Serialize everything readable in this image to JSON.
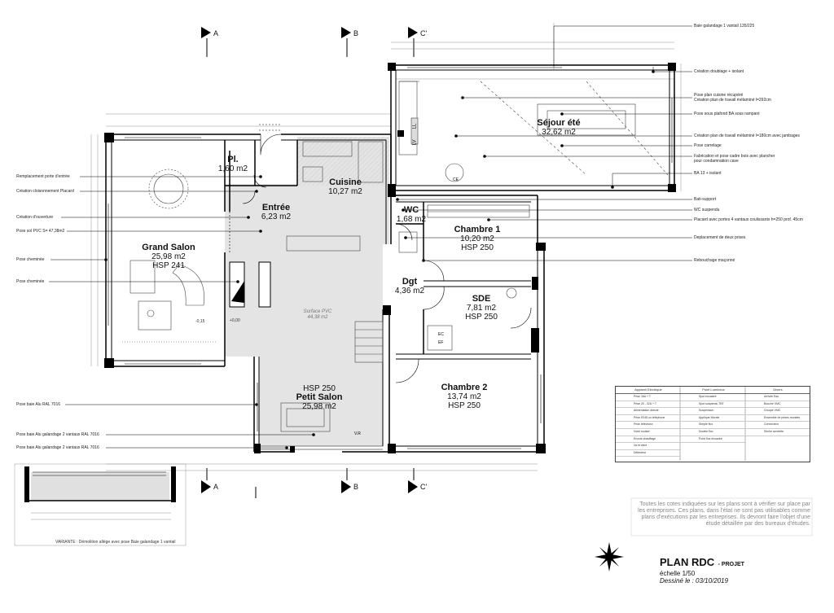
{
  "sections": {
    "top": [
      "A",
      "B",
      "C'"
    ],
    "bottom": [
      "A",
      "B",
      "C'"
    ]
  },
  "rooms": {
    "sejour": {
      "name": "Séjour été",
      "area": "32,62 m2"
    },
    "pl": {
      "name": "Pl.",
      "area": "1,60 m2"
    },
    "cuisine": {
      "name": "Cuisine",
      "area": "10,27 m2"
    },
    "entree": {
      "name": "Entrée",
      "area": "6,23 m2"
    },
    "wc": {
      "name": "WC",
      "area": "1,68 m2"
    },
    "grand_salon": {
      "name": "Grand Salon",
      "area": "25,98 m2",
      "hsp": "HSP 241"
    },
    "chambre1": {
      "name": "Chambre 1",
      "area": "10,20 m2",
      "hsp": "HSP 250"
    },
    "dgt": {
      "name": "Dgt",
      "area": "4,36 m2"
    },
    "sde": {
      "name": "SDE",
      "area": "7,81 m2",
      "hsp": "HSP 250"
    },
    "petit_salon": {
      "hsp": "HSP 250",
      "name": "Petit Salon",
      "area": "25,98 m2"
    },
    "chambre2": {
      "name": "Chambre 2",
      "area": "13,74 m2",
      "hsp": "HSP 250"
    }
  },
  "surface_pvc": {
    "label": "Surface PVC",
    "value": "44,38 m2"
  },
  "left_notes": [
    "Remplacement porte d'entrée",
    "Création cloisonnement Placard",
    "Création d'ouverture",
    "Pose sol PVC S= 47,38m2",
    "Pose cheminée",
    "Pose cheminée",
    "Pose baie Alu RAL 7016",
    "Pose baie Alu  galandage 2 vantaux RAL 7016",
    "Pose baie Alu  galandage 2 vantaux RAL 7016"
  ],
  "right_notes": [
    "Baie galandage 1 vantail 135/225",
    "Création doublage + isolant",
    "Pose plan cuisine récupéré",
    "Création plan de travail mélaminé l=292cm",
    "Pose sous plafond BA sous rampant",
    "Création plan de travail mélaminé l=180cm avec jambages",
    "Pose carrelage",
    "Fabrication et pose cadre bois avec plancher",
    "pour condamnation cave",
    "BA 13 + isolant",
    "Bati-support",
    "WC suspendu",
    "Placard avec portes 4 vantaux coulissants h=250 prof. 45cm",
    "Deplacement de deux prises",
    "Rebouchage maçonné"
  ],
  "legend": {
    "headers": [
      "Appareil Electrique",
      "Point Lumineux",
      "Divers"
    ],
    "col1": [
      "Prise 16A + T",
      "Prise 20 - 32A + T",
      "Alimentation directe",
      "Prise RJ45 ou téléphone",
      "Prise télévision",
      "Volet roulant",
      "Envoie chauffage",
      "Va et vient",
      "Détecteur"
    ],
    "col2": [
      "Spot encastré",
      "Spot suspendu TBT",
      "Suspension",
      "Applique Murale",
      "Simple flux",
      "Double flux",
      "Point flux encastré"
    ],
    "col3": [
      "Arrivée Eau",
      "Bouche VMC",
      "Groupe VMC",
      "Ensemble de prises murales",
      "Convecteur",
      "Sèche serviette"
    ]
  },
  "disclaimer": "Toutes les cotes indiquées sur les plans sont à vérifier sur place par les entreprises. Ces plans, dans l'état ne sont pas utilisables comme plans d'exécutions par les entreprises. Ils devront faire l'objet d'une étude détaillée par des bureaux d'études.",
  "title": {
    "main": "PLAN RDC",
    "sub": "- PROJET",
    "scale": "échelle 1/50",
    "date": "Dessiné le : 03/10/2019"
  },
  "variante": "VARIANTE : Démolition allège avec pose Baie galandage 1 vantail",
  "levels": [
    "-0,15",
    "+0,00"
  ],
  "misc": {
    "lv": "LV",
    "ll": "LL",
    "ce": "CE",
    "ec": "EC",
    "ef": "EF",
    "vr": "V.R"
  }
}
